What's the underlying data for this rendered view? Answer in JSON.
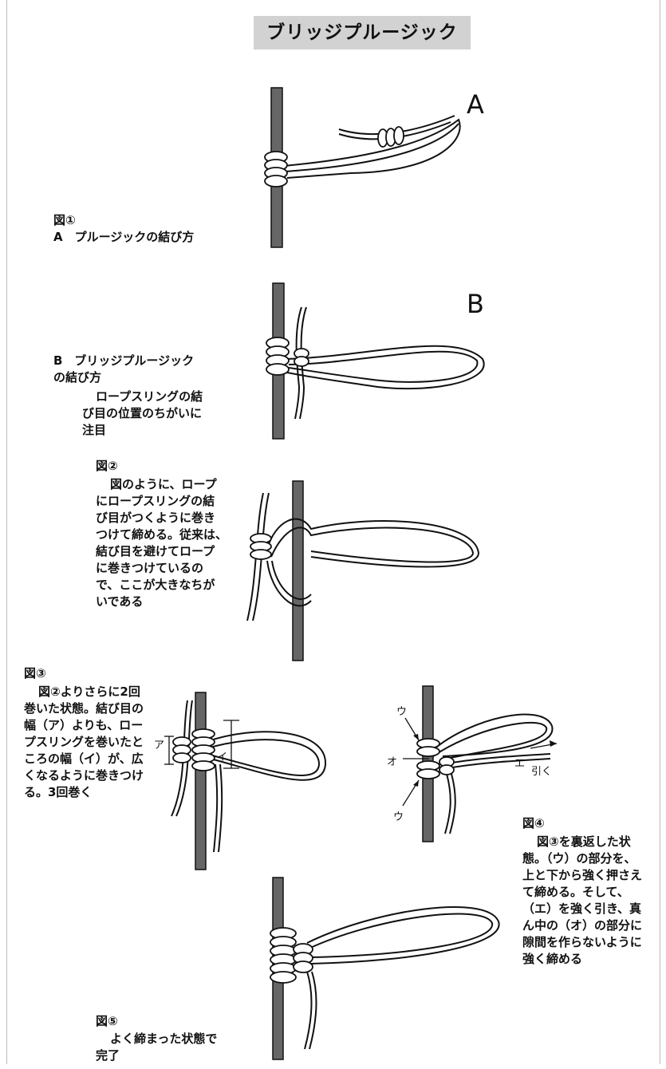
{
  "title": "ブリッジプルージック",
  "markers": {
    "a": "A",
    "b": "B"
  },
  "fig1": {
    "heading": "図①",
    "a_caption": "A　プルージックの結び方",
    "b_caption_1": "B　ブリッジプルージック",
    "b_caption_2": "の結び方",
    "b_note_1": "ロープスリングの結",
    "b_note_2": "び目の位置のちがいに",
    "b_note_3": "注目"
  },
  "fig2": {
    "heading": "図②",
    "lines": [
      "図のように、ロープ",
      "にロープスリングの結",
      "び目がつくように巻き",
      "つけて締める。従来は、",
      "結び目を避けてロープ",
      "に巻きつけているの",
      "で、ここが大きなちが",
      "いである"
    ]
  },
  "fig3": {
    "heading": "図③",
    "lines": [
      "図②よりさらに2回",
      "巻いた状態。結び目の",
      "幅（ア）よりも、ロー",
      "プスリングを巻いたと",
      "ころの幅（イ）が、広",
      "くなるように巻きつけ",
      "る。3回巻く"
    ],
    "label_a": "ア",
    "label_i": "イ"
  },
  "fig4": {
    "heading": "図④",
    "lines": [
      "図③を裏返した状",
      "態。（ウ）の部分を、",
      "上と下から強く押さえ",
      "て締める。そして、",
      "（エ）を強く引き、真",
      "ん中の（オ）の部分に",
      "隙間を作らないように",
      "強く締める"
    ],
    "label_u_top": "ウ",
    "label_u_bottom": "ウ",
    "label_o": "オ",
    "label_e": "エ",
    "label_pull": "引く"
  },
  "fig5": {
    "heading": "図⑤",
    "lines": [
      "よく締まった状態で",
      "完了"
    ]
  },
  "colors": {
    "rope": "#666666",
    "ink": "#111111",
    "title_bg": "#d2d2d2"
  }
}
